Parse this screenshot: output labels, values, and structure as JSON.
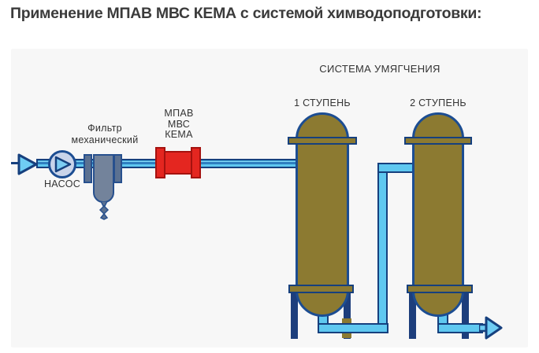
{
  "title": "Применение МПАВ МВС КЕМА с системой химводоподготовки:",
  "diagram": {
    "system_title": "СИСТЕМА УМЯГЧЕНИЯ",
    "stage1_label": "1 СТУПЕНЬ",
    "stage2_label": "2 СТУПЕНЬ",
    "pump_label": "НАСОС",
    "filter_label_line1": "Фильтр",
    "filter_label_line2": "механический",
    "dosing_label_line1": "МПАВ",
    "dosing_label_line2": "МВС",
    "dosing_label_line3": "КЕМА",
    "colors": {
      "pipe_fill": "#5fc8f0",
      "pipe_outline": "#16407e",
      "tank_fill": "#8c7a31",
      "tank_outline": "#1c4d92",
      "leg_fill": "#1d3e7c",
      "dosing_fill": "#e42620",
      "dosing_outline": "#a5120f",
      "filter_fill": "#73839b",
      "pump_fill": "#c9d4ea",
      "arrow_fill": "#6fcdf4",
      "panel_bg": "#f7f7f7",
      "text": "#3b3b3b"
    }
  }
}
